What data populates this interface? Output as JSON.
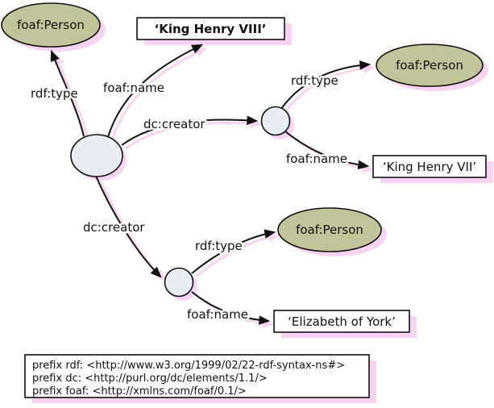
{
  "diagram": {
    "type": "rdf-graph",
    "colors": {
      "class_node_fill": "#c2c59a",
      "blank_node_fill": "#e9edf4",
      "literal_box_fill": "#ffffff",
      "shadow_pink": "#f9d3f2",
      "stroke": "#111111",
      "background": "#ffffff"
    },
    "class_nodes": [
      {
        "label": "foaf:Person"
      },
      {
        "label": "foaf:Person"
      },
      {
        "label": "foaf:Person"
      }
    ],
    "literal_nodes": [
      {
        "label": "‘King Henry VIII’",
        "bold": true
      },
      {
        "label": "‘King Henry VII’"
      },
      {
        "label": "‘Elizabeth of York’"
      }
    ],
    "edges": [
      {
        "label": "rdf:type"
      },
      {
        "label": "foaf:name"
      },
      {
        "label": "dc:creator"
      },
      {
        "label": "rdf:type"
      },
      {
        "label": "foaf:name"
      },
      {
        "label": "dc:creator"
      },
      {
        "label": "rdf:type"
      },
      {
        "label": "foaf:name"
      }
    ],
    "prefix_box": {
      "lines": [
        "prefix rdf: <http://www.w3.org/1999/02/22-rdf-syntax-ns#>",
        "prefix dc: <http://purl.org/dc/elements/1.1/>",
        "prefix foaf: <http://xmlns.com/foaf/0.1/>"
      ]
    }
  }
}
